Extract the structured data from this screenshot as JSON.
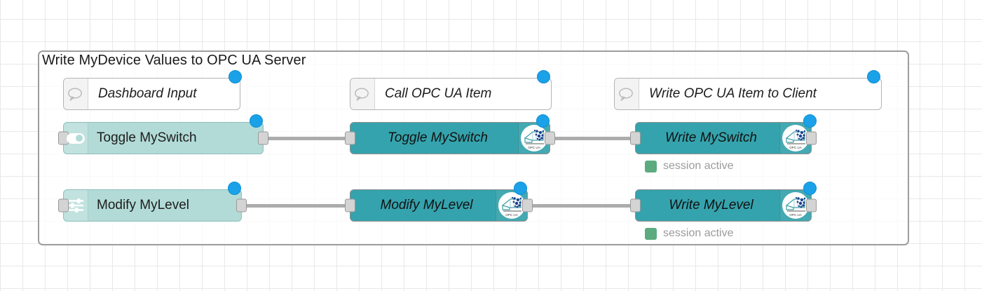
{
  "canvas": {
    "grid_size": 32,
    "grid_color": "#e8e8e8",
    "background": "#ffffff"
  },
  "group": {
    "title": "Write MyDevice Values to OPC UA Server",
    "border_color": "#9d9d9d"
  },
  "colors": {
    "dashboard_node": "#b2dbd7",
    "opcua_node": "#35a3ad",
    "comment_node": "#ffffff",
    "status_blue": "#1ba1e8",
    "status_green": "#5bab7f",
    "wire": "#acacac",
    "port": "#d4d4d4"
  },
  "comments": [
    {
      "label": "Dashboard Input",
      "icon": "comment-icon"
    },
    {
      "label": "Call OPC UA Item",
      "icon": "comment-icon"
    },
    {
      "label": "Write OPC UA Item to Client",
      "icon": "comment-icon"
    }
  ],
  "nodes": {
    "row_switch": [
      {
        "label": "Toggle MySwitch",
        "type": "dashboard-switch",
        "icon": "toggle-switch-icon"
      },
      {
        "label": "Toggle MySwitch",
        "type": "opcua-item",
        "icon": "opc-ua-icon"
      },
      {
        "label": "Write MySwitch",
        "type": "opcua-client",
        "icon": "opc-ua-icon"
      }
    ],
    "row_level": [
      {
        "label": "Modify MyLevel",
        "type": "dashboard-slider",
        "icon": "sliders-icon"
      },
      {
        "label": "Modify MyLevel",
        "type": "opcua-item",
        "icon": "opc-ua-icon"
      },
      {
        "label": "Write MyLevel",
        "type": "opcua-client",
        "icon": "opc-ua-icon"
      }
    ]
  },
  "statuses": [
    {
      "text": "session active",
      "color": "#5bab7f"
    },
    {
      "text": "session active",
      "color": "#5bab7f"
    }
  ],
  "badge_text": "OPC UA"
}
